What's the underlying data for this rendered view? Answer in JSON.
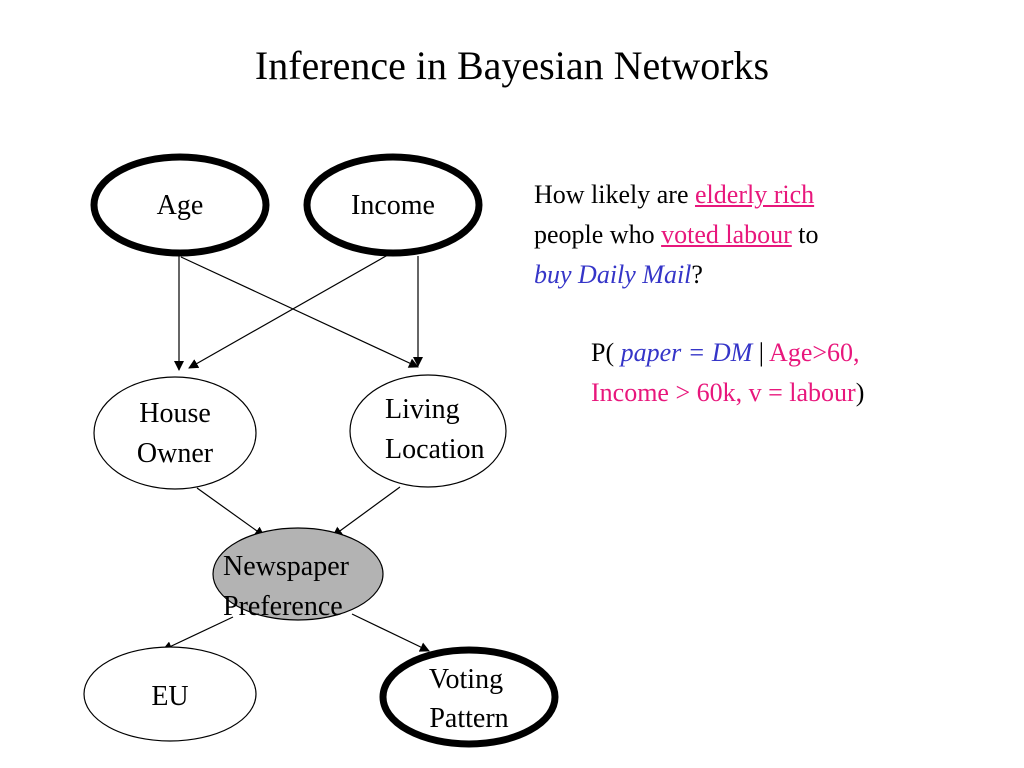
{
  "title": "Inference in Bayesian Networks",
  "colors": {
    "highlight_pink": "#e8177c",
    "query_blue": "#3535c8",
    "shaded_node": "#b3b3b3"
  },
  "nodes": {
    "age": {
      "line1": "Age"
    },
    "income": {
      "line1": "Income"
    },
    "house_owner": {
      "line1": "House",
      "line2": "Owner"
    },
    "living_location": {
      "line1": "Living",
      "line2": "Location"
    },
    "newspaper_preference": {
      "line1": "Newspaper",
      "line2": "Preference"
    },
    "eu": {
      "line1": "EU"
    },
    "voting_pattern": {
      "line1": "Voting",
      "line2": "Pattern"
    }
  },
  "edges": [
    {
      "from": "Age",
      "to": "House Owner"
    },
    {
      "from": "Age",
      "to": "Living Location"
    },
    {
      "from": "Income",
      "to": "House Owner"
    },
    {
      "from": "Income",
      "to": "Living Location"
    },
    {
      "from": "House Owner",
      "to": "Newspaper Preference"
    },
    {
      "from": "Living Location",
      "to": "Newspaper Preference"
    },
    {
      "from": "Newspaper Preference",
      "to": "EU"
    },
    {
      "from": "Newspaper Preference",
      "to": "Voting Pattern"
    }
  ],
  "question": {
    "part1": "How likely are ",
    "elderly_rich": "elderly  rich",
    "part2": "people who ",
    "voted_labour": "voted labour",
    "part3": " to",
    "buy_daily_mail": "buy Daily Mail",
    "part4": "?"
  },
  "formula": {
    "open": "P( ",
    "query": "paper = DM",
    "bar": " | ",
    "evidence1": "Age>60,",
    "evidence2": "Income > 60k, v = labour",
    "close": ")"
  }
}
